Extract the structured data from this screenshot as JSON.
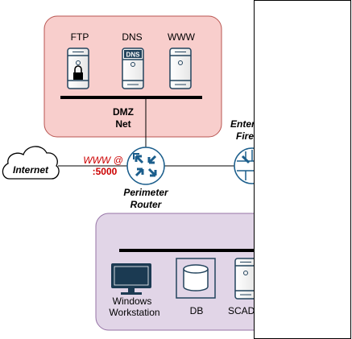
{
  "dmz": {
    "servers": [
      {
        "label": "FTP",
        "icon": "server-lock-icon"
      },
      {
        "label": "DNS",
        "icon": "dns-server-icon",
        "badge": "DNS"
      },
      {
        "label": "WWW",
        "icon": "server-icon"
      }
    ],
    "net_label_1": "DMZ",
    "net_label_2": "Net",
    "fill": "#f8cecc",
    "stroke": "#b85450"
  },
  "internet": {
    "label": "Internet",
    "icon": "cloud-icon"
  },
  "nat_rule": {
    "line1": "WWW @",
    "line2": ":5000",
    "color": "#cc0000"
  },
  "perimeter_router": {
    "line1": "Perimeter",
    "line2": "Router",
    "icon": "router-icon",
    "fill": "#1b5e8c"
  },
  "enterprise_firewall": {
    "line1": "Enter",
    "line2": "Fire",
    "icon": "firewall-icon"
  },
  "internal": {
    "fill": "#e1d5e7",
    "stroke": "#9673a6",
    "devices": [
      {
        "line1": "Windows",
        "line2": "Workstation",
        "icon": "workstation-icon"
      },
      {
        "line1": "DB",
        "line2": "",
        "icon": "database-icon"
      },
      {
        "line1": "SCAD",
        "line2": "",
        "icon": "scada-server-icon"
      }
    ]
  },
  "colors": {
    "icon_dark": "#1b3a52",
    "icon_blue": "#23445d",
    "panel_border": "#000000"
  }
}
